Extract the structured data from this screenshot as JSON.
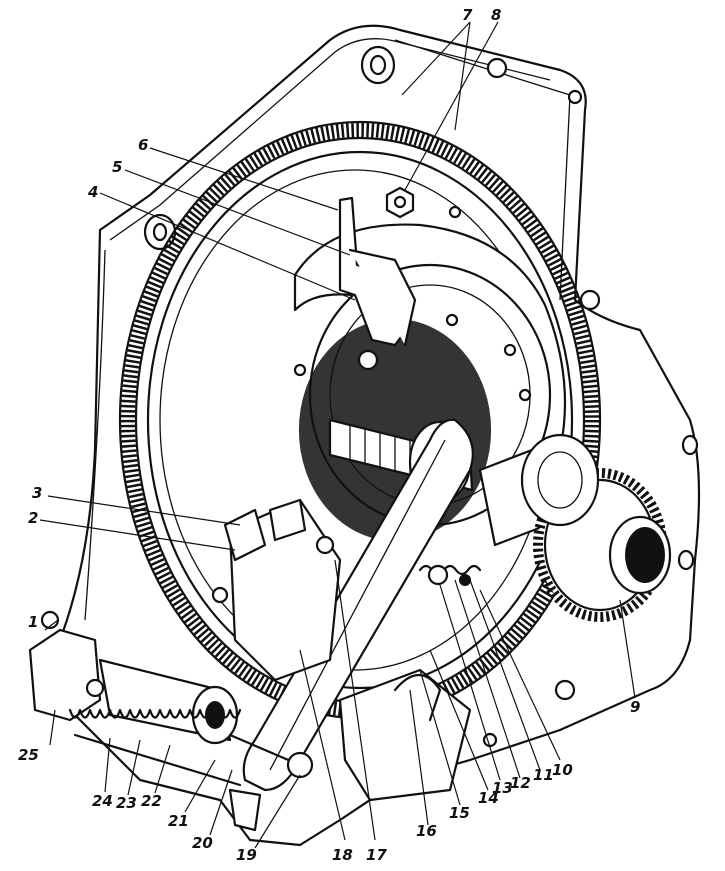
{
  "figure": {
    "callouts": [
      {
        "label": "1"
      },
      {
        "label": "2"
      },
      {
        "label": "3"
      },
      {
        "label": "4"
      },
      {
        "label": "5"
      },
      {
        "label": "6"
      },
      {
        "label": "7"
      },
      {
        "label": "8"
      },
      {
        "label": "9"
      },
      {
        "label": "10"
      },
      {
        "label": "11"
      },
      {
        "label": "12"
      },
      {
        "label": "13"
      },
      {
        "label": "14"
      },
      {
        "label": "15"
      },
      {
        "label": "16"
      },
      {
        "label": "17"
      },
      {
        "label": "18"
      },
      {
        "label": "19"
      },
      {
        "label": "20"
      },
      {
        "label": "21"
      },
      {
        "label": "22"
      },
      {
        "label": "23"
      },
      {
        "label": "24"
      },
      {
        "label": "25"
      }
    ]
  }
}
